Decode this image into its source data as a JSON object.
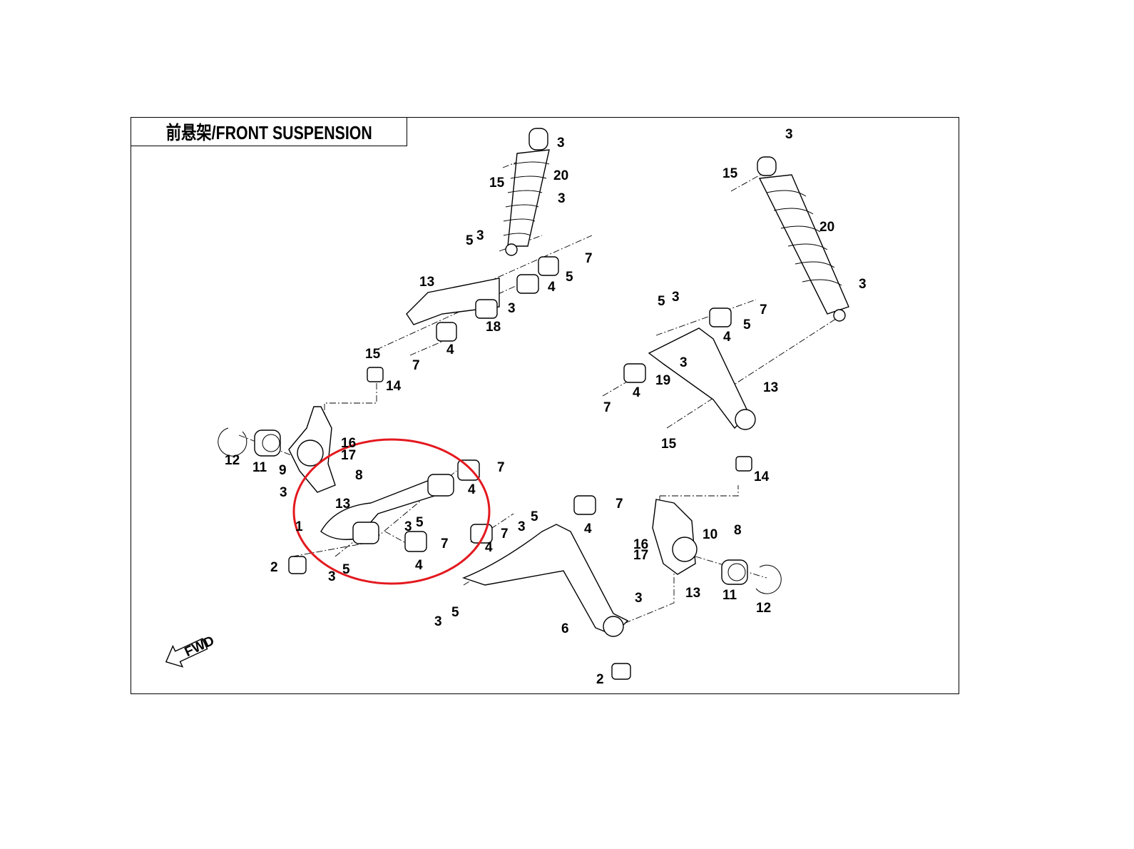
{
  "title": "前悬架/FRONT SUSPENSION",
  "fwd_label": "FWD",
  "highlight_color": "#e3191f",
  "callouts": [
    "3",
    "20",
    "15",
    "3",
    "5",
    "3",
    "7",
    "5",
    "4",
    "13",
    "3",
    "18",
    "15",
    "7",
    "4",
    "14",
    "3",
    "15",
    "20",
    "3",
    "3",
    "5",
    "7",
    "5",
    "4",
    "3",
    "19",
    "4",
    "13",
    "7",
    "15",
    "14",
    "12",
    "11",
    "16",
    "17",
    "9",
    "8",
    "3",
    "13",
    "1",
    "2",
    "3",
    "5",
    "3",
    "5",
    "4",
    "7",
    "4",
    "7",
    "4",
    "7",
    "5",
    "3",
    "7",
    "4",
    "6",
    "3",
    "5",
    "2",
    "10",
    "8",
    "16",
    "17",
    "3",
    "13",
    "11",
    "12"
  ]
}
